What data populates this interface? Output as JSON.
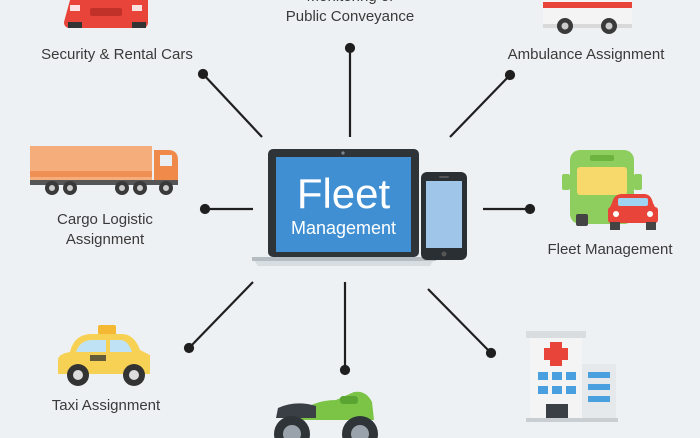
{
  "center": {
    "title_line1": "Fleet",
    "title_line2": "Management"
  },
  "nodes": {
    "top": "Monitoring of\nPublic Conveyance",
    "top_left": "Security & Rental Cars",
    "top_right": "Ambulance Assignment",
    "left": "Cargo Logistic\nAssignment",
    "right": "Fleet Management",
    "bottom_left": "Taxi Assignment"
  },
  "colors": {
    "background": "#eef1f3",
    "connector": "#1f1f1f",
    "screen_blue": "#3f8fd2",
    "laptop_frame": "#2f3438",
    "label_text": "#3a3a3a"
  },
  "icons": [
    "red-car-icon",
    "bus-icon",
    "ambulance-icon",
    "cargo-truck-icon",
    "fleet-bus-car-icon",
    "taxi-icon",
    "motorcycle-icon",
    "hospital-icon",
    "laptop-icon",
    "smartphone-icon"
  ]
}
